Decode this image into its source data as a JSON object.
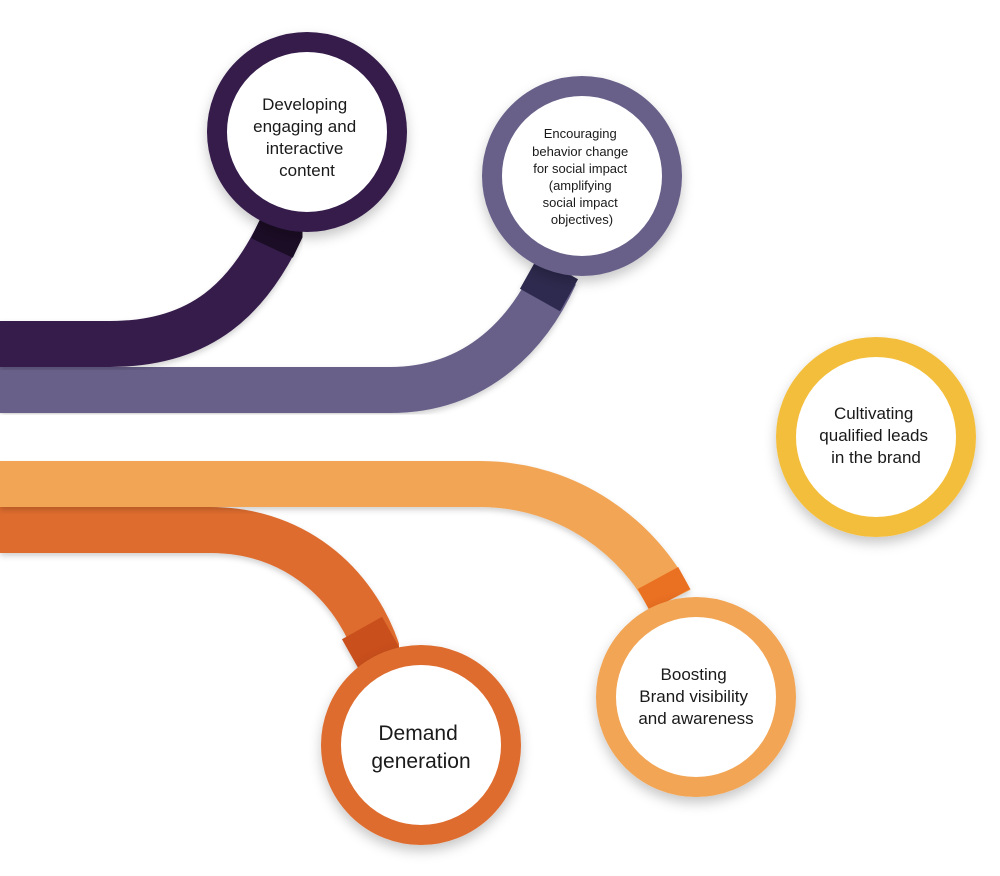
{
  "diagram": {
    "nodes": [
      {
        "id": "content",
        "color": "#351c4b",
        "lines": [
          "Developing",
          "engaging and",
          "interactive",
          "content"
        ]
      },
      {
        "id": "social",
        "color": "#676089",
        "lines": [
          "Encouraging",
          "behavior change",
          "for social impact",
          "(amplifying",
          "social impact",
          "objectives)"
        ]
      },
      {
        "id": "leads",
        "color": "#f4be3c",
        "lines": [
          "Cultivating",
          "qualified leads",
          "in the brand"
        ]
      },
      {
        "id": "brand",
        "color": "#f1a555",
        "lines": [
          "Boosting",
          "Brand visibility",
          "and awareness"
        ]
      },
      {
        "id": "demand",
        "color": "#de6c2f",
        "lines": [
          "Demand",
          "generation"
        ]
      }
    ]
  }
}
